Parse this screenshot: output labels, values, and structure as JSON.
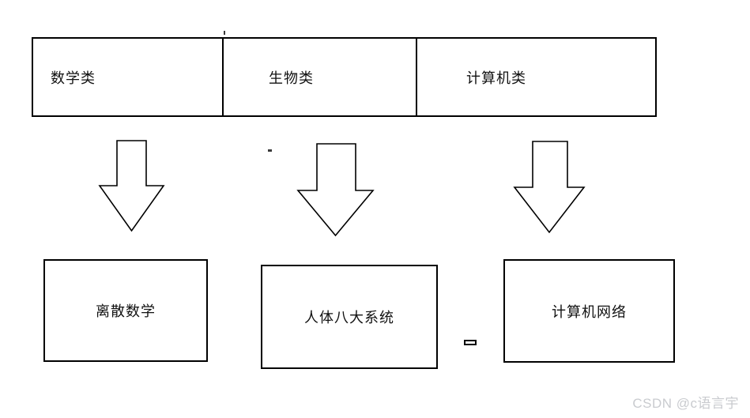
{
  "diagram": {
    "title": "",
    "colors": {
      "stroke": "#000000",
      "background": "#ffffff",
      "text": "#111111",
      "watermark": "#c9cbcf"
    },
    "categories": [
      {
        "label": "数学类"
      },
      {
        "label": "生物类"
      },
      {
        "label": "计算机类"
      }
    ],
    "arrows": [
      {
        "icon": "arrow-down-icon",
        "direction": "down"
      },
      {
        "icon": "arrow-down-icon",
        "direction": "down"
      },
      {
        "icon": "arrow-down-icon",
        "direction": "down"
      }
    ],
    "courses": [
      {
        "label": "离散数学"
      },
      {
        "label": "人体八大系统"
      },
      {
        "label": "计算机网络"
      }
    ],
    "marks": [
      {
        "name": "tick-mark-top"
      },
      {
        "name": "dot-mark-middle"
      },
      {
        "name": "dash-mark-lower"
      }
    ]
  },
  "watermark": {
    "text": "CSDN @c语言宇"
  }
}
